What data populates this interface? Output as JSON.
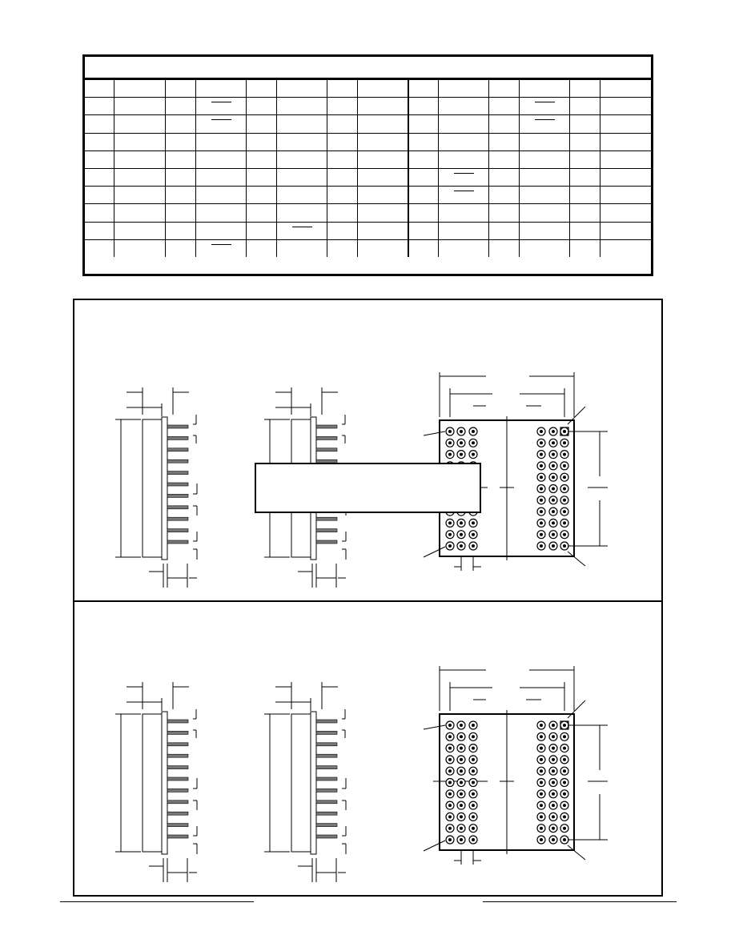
{
  "pin_table": {
    "title": "",
    "rows": 10,
    "cols": 14,
    "overbars": [
      {
        "row": 1,
        "col": 3
      },
      {
        "row": 1,
        "col": 11
      },
      {
        "row": 2,
        "col": 3
      },
      {
        "row": 2,
        "col": 11
      },
      {
        "row": 5,
        "col": 9
      },
      {
        "row": 6,
        "col": 9
      },
      {
        "row": 8,
        "col": 5
      },
      {
        "row": 9,
        "col": 3
      }
    ]
  },
  "drawings": {
    "top_overlay_text": "",
    "pad_rows": 11,
    "pad_cols_left": 3,
    "pad_cols_right": 3
  },
  "footer": {
    "left_text": "",
    "right_text": ""
  }
}
